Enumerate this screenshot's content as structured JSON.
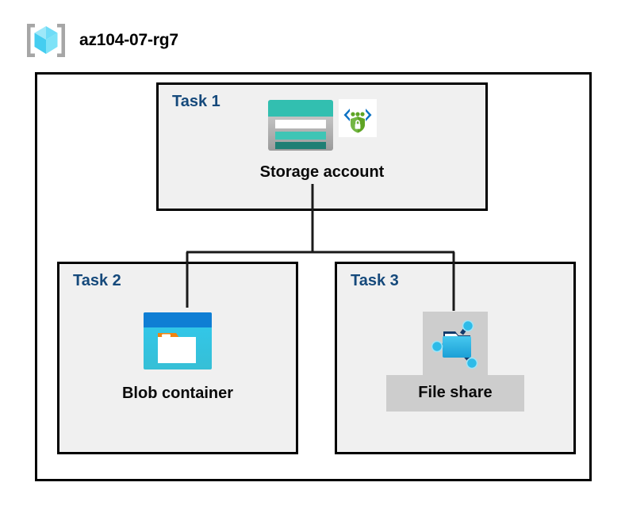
{
  "header": {
    "icon": "resource-group-icon",
    "title": "az104-07-rg7"
  },
  "diagram": {
    "type": "azure-architecture",
    "container_label": "az104-07-rg7",
    "colors": {
      "task_label": "#15497B",
      "box_fill": "#F0F0F0",
      "box_border": "#000000",
      "connector": "#1A1A1A",
      "highlight": "#CDCDCD",
      "storage_teal": "#32BFB0",
      "blob_blue": "#0078D4",
      "blob_cyan": "#32C8E8",
      "fileshare_cyan": "#2EBBE8",
      "shield_green": "#5EA424",
      "bracket_gray": "#A0A0A0",
      "cube_cyan": "#8FE3F7"
    },
    "tasks": [
      {
        "id": "task1",
        "label": "Task 1",
        "node": {
          "caption": "Storage account",
          "icons": [
            "storage-account-icon",
            "secure-transfer-shield-icon"
          ],
          "highlighted": false
        }
      },
      {
        "id": "task2",
        "label": "Task 2",
        "node": {
          "caption": "Blob container",
          "icons": [
            "blob-container-icon"
          ],
          "highlighted": false
        }
      },
      {
        "id": "task3",
        "label": "Task 3",
        "node": {
          "caption": "File share",
          "icons": [
            "file-share-icon"
          ],
          "highlighted": true
        }
      }
    ],
    "connections": [
      {
        "from": "Storage account",
        "to": "Blob container"
      },
      {
        "from": "Storage account",
        "to": "File share"
      }
    ]
  }
}
